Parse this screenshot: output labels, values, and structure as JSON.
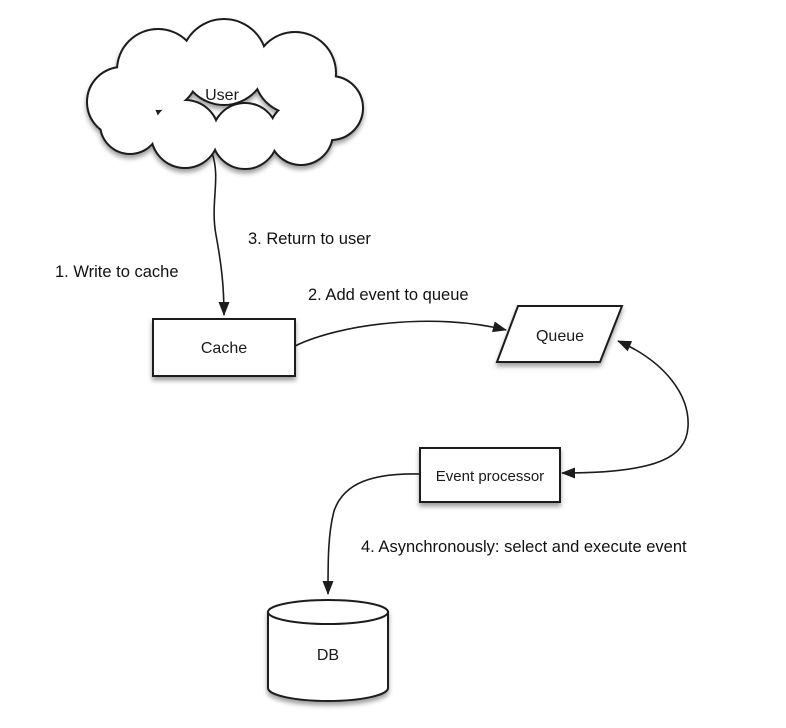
{
  "page": {
    "background": "#ffffff"
  },
  "diagram": {
    "kind": "architecture-flow-diagram",
    "colors": {
      "shape_fill": "#ffffff",
      "shape_stroke": "#1c1c1c",
      "text": "#1a1a1a",
      "shadow": "rgba(0,0,0,0.4)"
    },
    "nodes": {
      "user": {
        "label": "User",
        "shape": "cloud"
      },
      "cache": {
        "label": "Cache",
        "shape": "rectangle"
      },
      "queue": {
        "label": "Queue",
        "shape": "parallelogram"
      },
      "event_processor": {
        "label": "Event processor",
        "shape": "rectangle"
      },
      "db": {
        "label": "DB",
        "shape": "cylinder"
      }
    },
    "labels": {
      "step1": "1. Write to cache",
      "step2": "2. Add event to queue",
      "step3": "3. Return to user",
      "step4": "4. Asynchronously: select and execute event"
    },
    "edges": [
      {
        "from": "user",
        "to": "cache",
        "labels": [
          "1. Write to cache",
          "3. Return to user"
        ]
      },
      {
        "from": "cache",
        "to": "queue",
        "labels": [
          "2. Add event to queue"
        ]
      },
      {
        "from": "queue",
        "to": "event_processor",
        "bidirectional": true,
        "labels": []
      },
      {
        "from": "event_processor",
        "to": "db",
        "labels": [
          "4. Asynchronously: select and execute event"
        ]
      }
    ]
  }
}
